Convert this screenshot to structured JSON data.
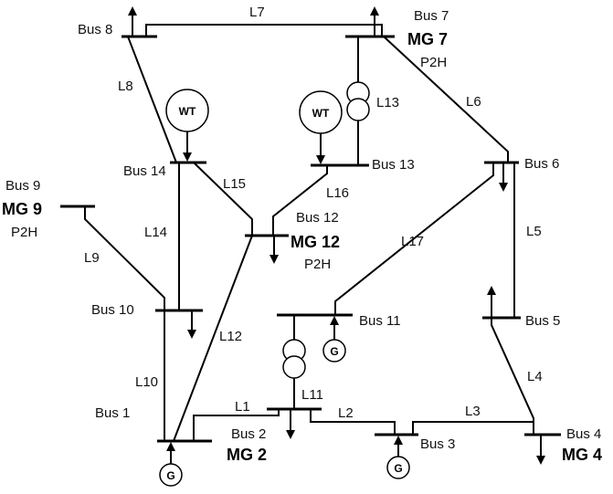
{
  "buses": {
    "b1": "Bus 1",
    "b2": "Bus 2",
    "b3": "Bus 3",
    "b4": "Bus 4",
    "b5": "Bus 5",
    "b6": "Bus 6",
    "b7": "Bus 7",
    "b8": "Bus 8",
    "b9": "Bus 9",
    "b10": "Bus 10",
    "b11": "Bus 11",
    "b12": "Bus 12",
    "b13": "Bus 13",
    "b14": "Bus 14"
  },
  "lines": {
    "l1": "L1",
    "l2": "L2",
    "l3": "L3",
    "l4": "L4",
    "l5": "L5",
    "l6": "L6",
    "l7": "L7",
    "l8": "L8",
    "l9": "L9",
    "l10": "L10",
    "l11": "L11",
    "l12": "L12",
    "l13": "L13",
    "l14": "L14",
    "l15": "L15",
    "l16": "L16",
    "l17": "L17"
  },
  "microgrids": {
    "mg2": "MG 2",
    "mg4": "MG 4",
    "mg7": "MG 7",
    "mg9": "MG 9",
    "mg12": "MG 12"
  },
  "p2h_label": "P2H",
  "generator_symbol": "G",
  "wind_turbine_symbol": "WT",
  "icons": {
    "generator": "generator-icon",
    "wind_turbine": "wind-turbine-icon",
    "transformer": "transformer-icon",
    "load": "load-arrow-icon"
  }
}
